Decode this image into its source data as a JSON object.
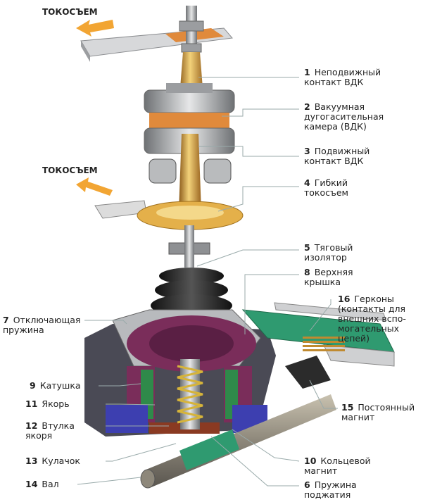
{
  "headings": {
    "top": "ТОКОСЪЕМ",
    "middle": "ТОКОСЪЕМ"
  },
  "labels": {
    "l1": {
      "num": "1",
      "text": "Неподвижный\nконтакт ВДК"
    },
    "l2": {
      "num": "2",
      "text": "Вакуумная\nдугогасительная\nкамера (ВДК)"
    },
    "l3": {
      "num": "3",
      "text": "Подвижный\nконтакт ВДК"
    },
    "l4": {
      "num": "4",
      "text": "Гибкий\nтокосъем"
    },
    "l5": {
      "num": "5",
      "text": "Тяговый\nизолятор"
    },
    "l8": {
      "num": "8",
      "text": "Верхняя\nкрышка"
    },
    "l16": {
      "num": "16",
      "text": "Герконы\n(контакты для\nвнешних вспо-\nмогательных\nцепей)"
    },
    "l15": {
      "num": "15",
      "text": "Постоянный\nмагнит"
    },
    "l10": {
      "num": "10",
      "text": "Кольцевой\nмагнит"
    },
    "l6": {
      "num": "6",
      "text": "Пружина\nподжатия"
    },
    "l7": {
      "num": "7",
      "text": "Отключающая\nпружина"
    },
    "l9": {
      "num": "9",
      "text": "Катушка"
    },
    "l11": {
      "num": "11",
      "text": "Якорь"
    },
    "l12": {
      "num": "12",
      "text": "Втулка\nякоря"
    },
    "l13": {
      "num": "13",
      "text": "Кулачок"
    },
    "l14": {
      "num": "14",
      "text": "Вал"
    }
  },
  "colors": {
    "arrow": "#f2a533",
    "brass": "#d9a54a",
    "steel": "#a9abae",
    "rubber": "#2b2b2b",
    "coil": "#7a2d5a",
    "green": "#2f9a70"
  }
}
